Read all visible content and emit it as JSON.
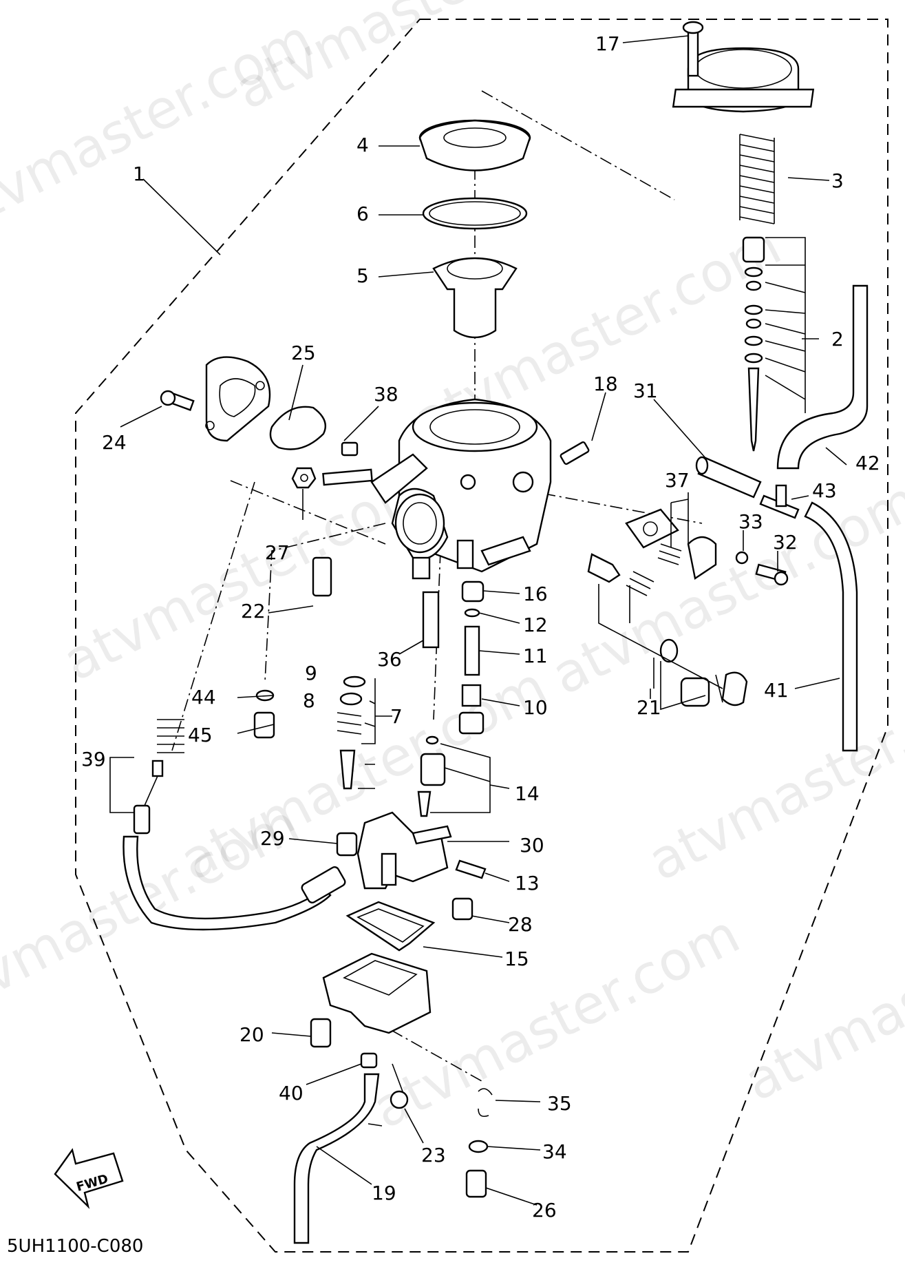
{
  "diagram": {
    "code": "5UH1100-C080",
    "fwd_label": "FWD",
    "watermark": "atvmaster.com",
    "parts": [
      "1",
      "2",
      "3",
      "4",
      "5",
      "6",
      "7",
      "8",
      "9",
      "10",
      "11",
      "12",
      "13",
      "14",
      "15",
      "16",
      "17",
      "18",
      "19",
      "20",
      "21",
      "22",
      "23",
      "24",
      "25",
      "26",
      "27",
      "28",
      "29",
      "30",
      "31",
      "32",
      "33",
      "34",
      "35",
      "36",
      "37",
      "38",
      "39",
      "40",
      "41",
      "42",
      "43",
      "44",
      "45"
    ]
  }
}
